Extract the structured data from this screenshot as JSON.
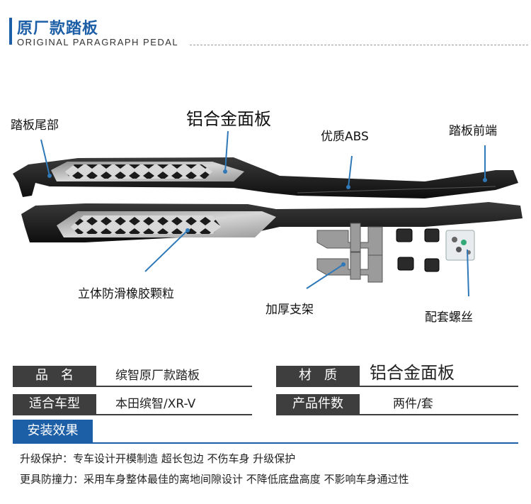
{
  "header": {
    "title": "原厂款踏板",
    "subtitle": "ORIGINAL PARAGRAPH PEDAL"
  },
  "diagram": {
    "labels": {
      "tail": "踏板尾部",
      "panel": "铝合金面板",
      "abs": "优质ABS",
      "front": "踏板前端",
      "rubber": "立体防滑橡胶颗粒",
      "bracket": "加厚支架",
      "screws": "配套螺丝"
    }
  },
  "specs": {
    "name_key": "品　名",
    "name_val": "缤智原厂款踏板",
    "material_key": "材　质",
    "material_val": "铝合金面板",
    "model_key": "适合车型",
    "model_val": "本田缤智/XR-V",
    "count_key": "产品件数",
    "count_val": "两件/套"
  },
  "effect": {
    "tab": "安装效果",
    "line1": "升级保护：专车设计开模制造 超长包边 不伤车身 升级保护",
    "line2": "更具防撞力：采用车身整体最佳的离地间隙设计 不降低底盘高度 不影响车身通过性"
  },
  "colors": {
    "accent": "#1d5fa6",
    "spec_bg": "#3e3e3e"
  }
}
